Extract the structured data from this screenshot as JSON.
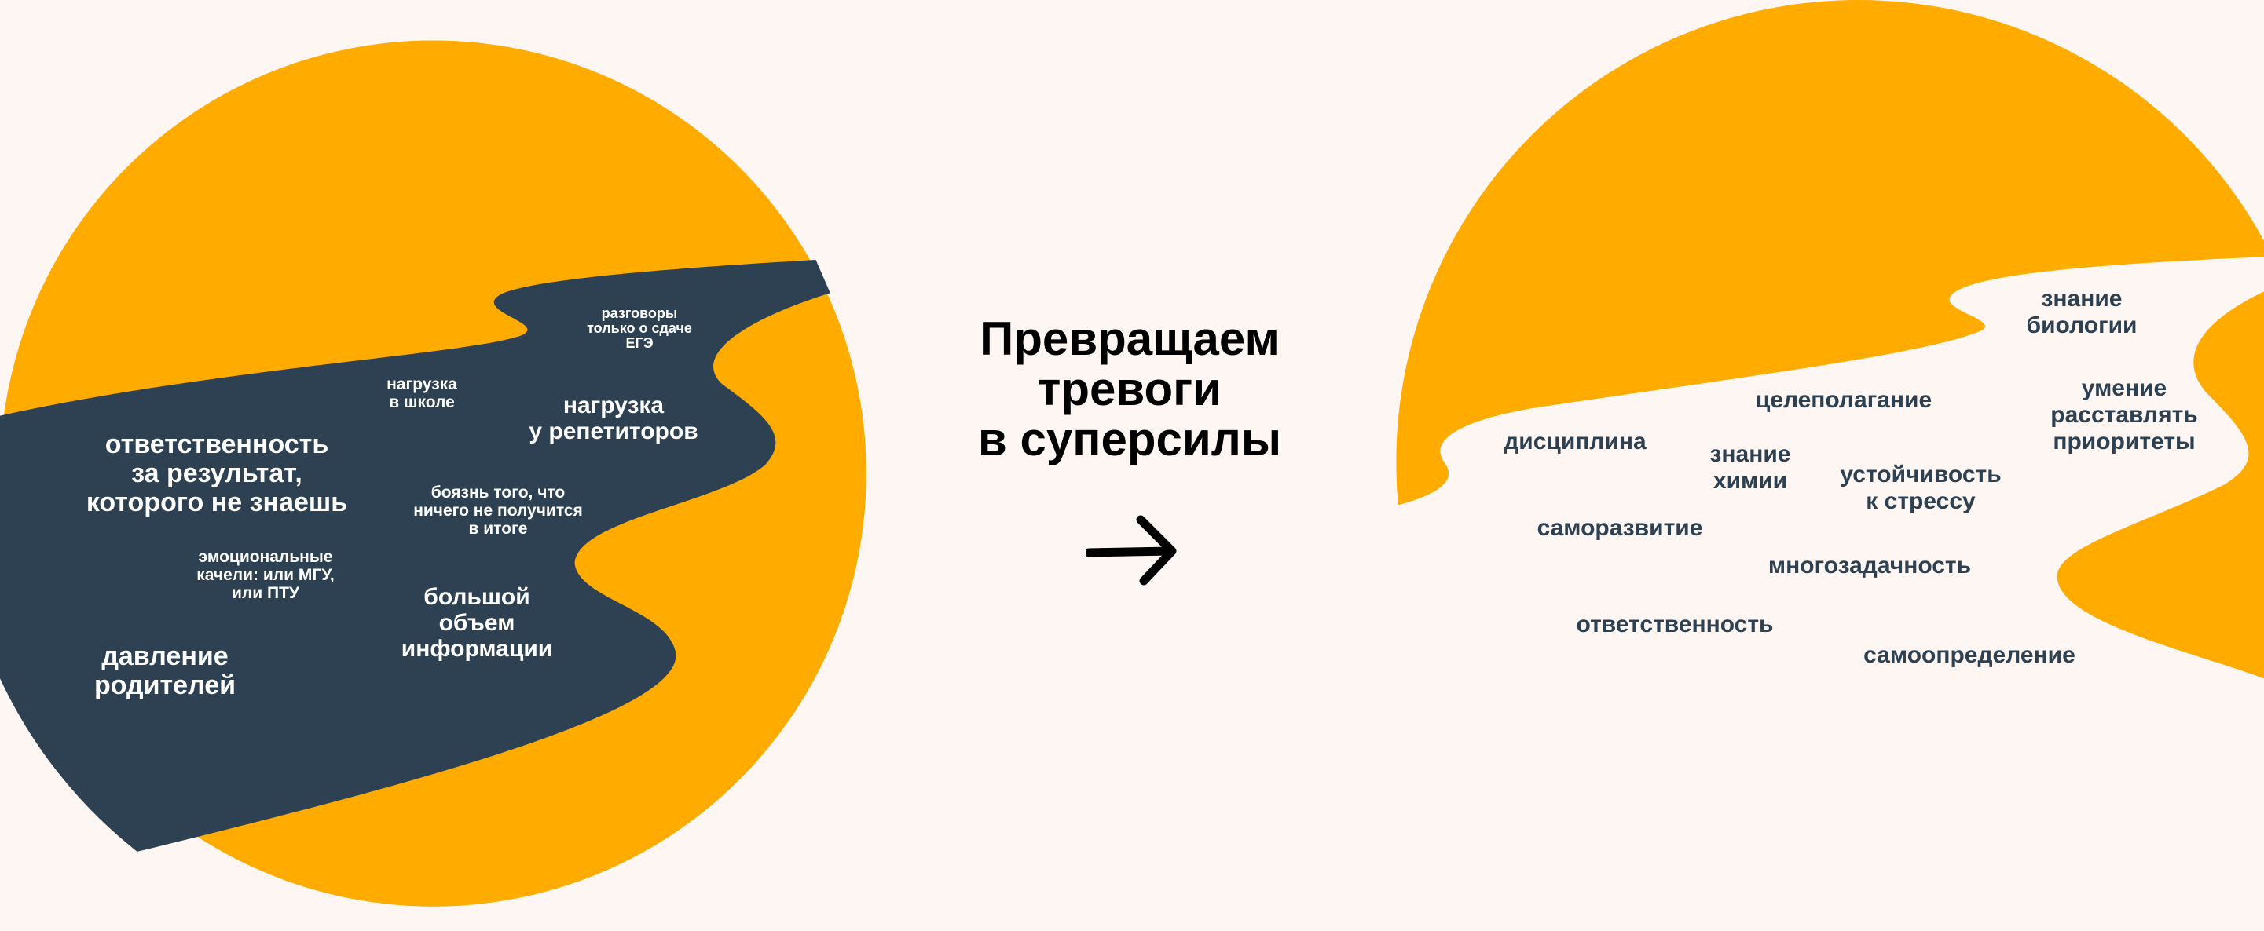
{
  "colors": {
    "background": "#fdf6f2",
    "orange": "#ffab00",
    "dark": "#2d4152",
    "text": "#2d4152"
  },
  "title": {
    "lines": [
      "Превращаем",
      "тревоги",
      "в суперсилы"
    ]
  },
  "arrow_icon": "arrow-right-icon",
  "worries": [
    {
      "lines": [
        "разговоры",
        "только о сдаче",
        "ЕГЭ"
      ]
    },
    {
      "lines": [
        "нагрузка",
        "в школе"
      ]
    },
    {
      "lines": [
        "нагрузка",
        "у репетиторов"
      ]
    },
    {
      "lines": [
        "ответственность",
        "за результат,",
        "которого не знаешь"
      ]
    },
    {
      "lines": [
        "боязнь того, что",
        "ничего не получится",
        "в итоге"
      ]
    },
    {
      "lines": [
        "эмоциональные",
        "качели: или МГУ,",
        "или ПТУ"
      ]
    },
    {
      "lines": [
        "большой",
        "объем",
        "информации"
      ]
    },
    {
      "lines": [
        "давление",
        "родителей"
      ]
    }
  ],
  "superpowers": [
    {
      "lines": [
        "знание",
        "биологии"
      ]
    },
    {
      "lines": [
        "целеполагание"
      ]
    },
    {
      "lines": [
        "умение",
        "расставлять",
        "приоритеты"
      ]
    },
    {
      "lines": [
        "дисциплина"
      ]
    },
    {
      "lines": [
        "знание",
        "химии"
      ]
    },
    {
      "lines": [
        "устойчивость",
        "к стрессу"
      ]
    },
    {
      "lines": [
        "саморазвитие"
      ]
    },
    {
      "lines": [
        "многозадачность"
      ]
    },
    {
      "lines": [
        "ответственность"
      ]
    },
    {
      "lines": [
        "самоопределение"
      ]
    }
  ]
}
